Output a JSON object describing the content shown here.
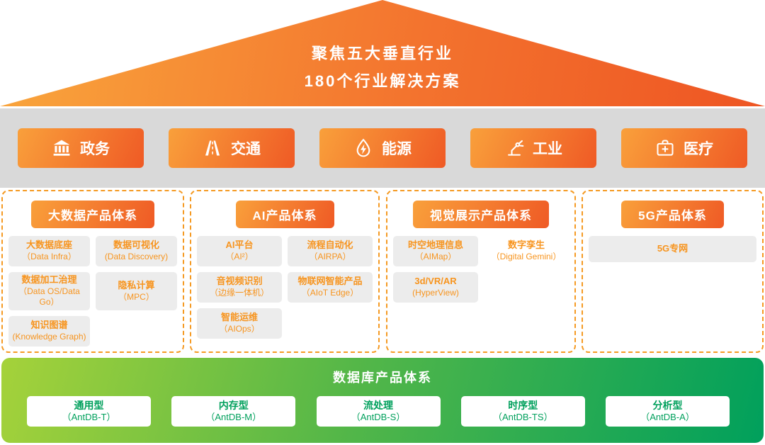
{
  "roof": {
    "line1": "聚焦五大垂直行业",
    "line2": "180个行业解决方案"
  },
  "industries": [
    {
      "label": "政务",
      "icon": "government-building-icon"
    },
    {
      "label": "交通",
      "icon": "road-icon"
    },
    {
      "label": "能源",
      "icon": "energy-drop-icon"
    },
    {
      "label": "工业",
      "icon": "robot-arm-icon"
    },
    {
      "label": "医疗",
      "icon": "medical-kit-icon"
    }
  ],
  "product_systems": [
    {
      "title": "大数据产品体系",
      "items": [
        {
          "name": "大数据底座",
          "sub": "（Data Infra）"
        },
        {
          "name": "数据可视化",
          "sub": "(Data Discovery)"
        },
        {
          "name": "数据加工治理",
          "sub": "（Data OS/Data Go）"
        },
        {
          "name": "隐私计算",
          "sub": "（MPC）"
        },
        {
          "name": "知识图谱",
          "sub": "(Knowledge Graph)"
        }
      ]
    },
    {
      "title": "AI产品体系",
      "items": [
        {
          "name": "AI平台",
          "sub": "（AI²）"
        },
        {
          "name": "流程自动化",
          "sub": "（AIRPA）"
        },
        {
          "name": "音视频识别",
          "sub": "（边缘一体机）"
        },
        {
          "name": "物联网智能产品",
          "sub": "（AIoT Edge）"
        },
        {
          "name": "智能运维",
          "sub": "（AIOps）"
        }
      ]
    },
    {
      "title": "视觉展示产品体系",
      "items": [
        {
          "name": "时空地理信息",
          "sub": "（AIMap）"
        },
        {
          "name": "数字孪生",
          "sub": "（Digital Gemini）"
        },
        {
          "name": "3d/VR/AR",
          "sub": "(HyperView)"
        }
      ]
    },
    {
      "title": "5G产品体系",
      "items": [
        {
          "name": "5G专网"
        }
      ]
    }
  ],
  "database": {
    "title": "数据库产品体系",
    "items": [
      {
        "name": "通用型",
        "sub": "（AntDB-T）"
      },
      {
        "name": "内存型",
        "sub": "（AntDB-M）"
      },
      {
        "name": "流处理",
        "sub": "（AntDB-S）"
      },
      {
        "name": "时序型",
        "sub": "（AntDB-TS）"
      },
      {
        "name": "分析型",
        "sub": "（AntDB-A）"
      }
    ]
  },
  "colors": {
    "orange_light": "#f9a03b",
    "orange_dark": "#ef5a25",
    "green_light": "#a5d23a",
    "green_dark": "#00a05c",
    "item_text_orange": "#f7941e",
    "band_gray": "#d9d9d9",
    "item_bg_gray": "#ececec"
  }
}
